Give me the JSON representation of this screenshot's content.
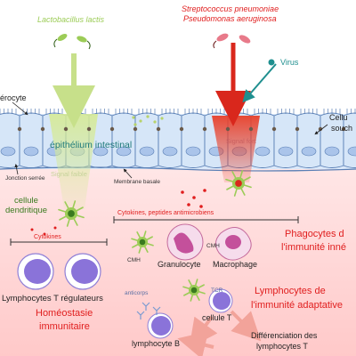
{
  "bacteria": {
    "lactobacillus": "Lactobacillus lactis",
    "strep": "Streptococcus pneumoniae",
    "pseudo": "Pseudomonas aeruginosa"
  },
  "labels": {
    "virus": "Virus",
    "enterocyte": "érocyte",
    "stem_cell_1": "Cellu",
    "stem_cell_2": "souch",
    "epithelium": "épithélium intestinal",
    "weak_signal": "Signal faible",
    "strong_signal": "Signal fort",
    "tight_junction": "Jonction serrée",
    "basal_membrane": "Membrane basale",
    "dendritic_1": "cellule",
    "dendritic_2": "dendritique",
    "cytokines": "Cytokines",
    "cytokines_peptides": "Cytokines, peptides antimicrobiens",
    "cmh_1": "CMH",
    "cmh_2": "CMH",
    "granulocyte": "Granulocyte",
    "macrophage": "Macrophage",
    "phago_1": "Phagocytes d",
    "phago_2": "l'immunité inné",
    "treg": "Lymphocytes T régulateurs",
    "homeo_1": "Homéostasie",
    "homeo_2": "immunitaire",
    "anticorps": "anticorps",
    "tcr": "TCR",
    "t_cell": "cellule T",
    "b_cell": "lymphocyte B",
    "adapt_1": "Lymphocytes de",
    "adapt_2": "l'immunité adaptative",
    "diff_1": "Différenciation des",
    "diff_2": "lymphocytes T"
  },
  "colors": {
    "lumen": "#ffffff",
    "lamina_top": "#ffdede",
    "lamina_bottom": "#ffc4c4",
    "epithelium_fill": "#d6e6f8",
    "epithelium_stroke": "#5a7fb5",
    "green_signal": "#c7e08a",
    "red_signal": "#e8402a",
    "accent_red": "#e01e1e",
    "teal_arrow": "#1f8f8f",
    "purple_cell": "#8f7fd6",
    "pink_cell": "#e27ab0"
  }
}
